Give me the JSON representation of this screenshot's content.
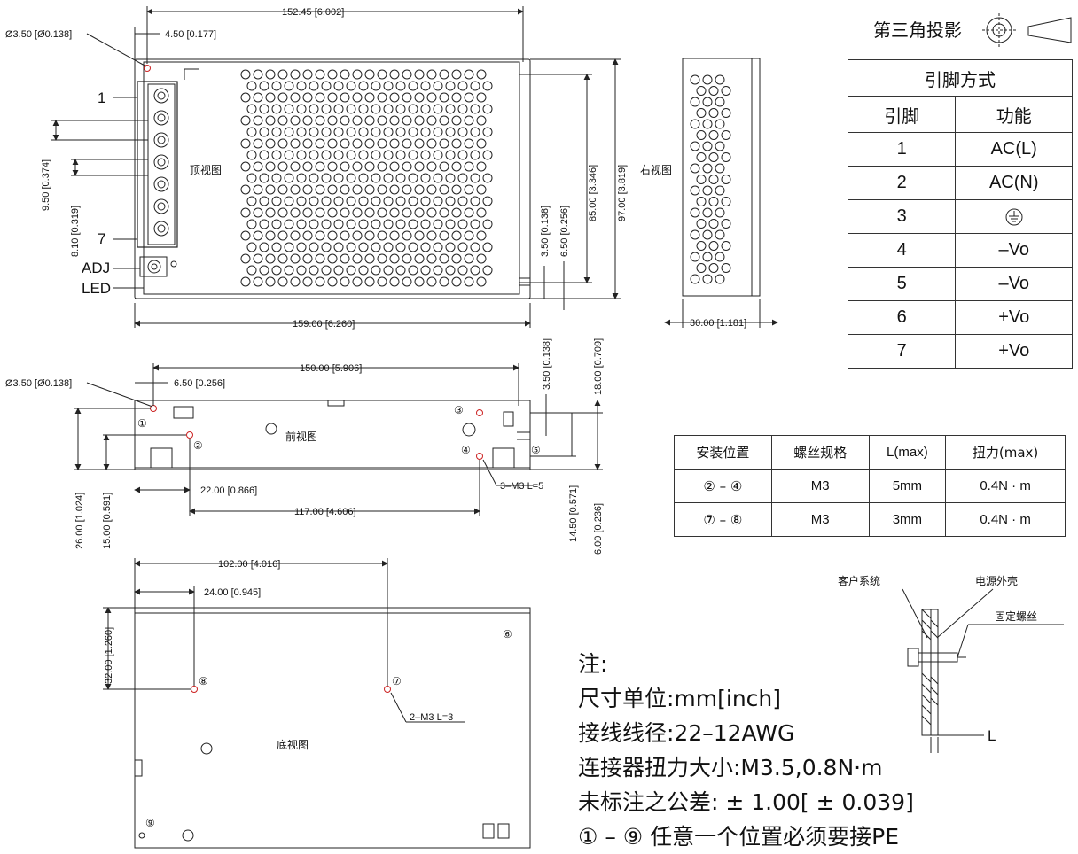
{
  "projection": {
    "label": "第三角投影"
  },
  "top_view": {
    "label": "顶视图",
    "dims": {
      "hole": "Ø3.50 [Ø0.138]",
      "offset_x": "4.50 [0.177]",
      "length_top": "152.45 [6.002]",
      "pitch": "9.50 [0.374]",
      "pin_w": "8.10 [0.319]",
      "length_bottom": "159.00 [6.260]",
      "height_total": "97.00 [3.819]",
      "height_inner": "85.00 [3.346]",
      "slot_a": "3.50 [0.138]",
      "slot_b": "6.50 [0.256]"
    },
    "labels": {
      "pin1": "1",
      "pin7": "7",
      "adj": "ADJ",
      "led": "LED"
    }
  },
  "right_view": {
    "label": "右视图",
    "dim_width": "30.00 [1.181]"
  },
  "front_view": {
    "label": "前视图",
    "dims": {
      "hole": "Ø3.50 [Ø0.138]",
      "offset": "6.50 [0.256]",
      "length": "150.00 [5.906]",
      "slot": "3.50 [0.138]",
      "height": "18.00 [0.709]",
      "h26": "26.00 [1.024]",
      "h15": "15.00 [0.591]",
      "x22": "22.00 [0.866]",
      "x117": "117.00 [4.606]",
      "h1450": "14.50 [0.571]",
      "h600": "6.00 [0.236]"
    },
    "screw_note": "3–M3 L=5",
    "marks": [
      "①",
      "②",
      "③",
      "④",
      "⑤"
    ]
  },
  "bottom_view": {
    "label": "底视图",
    "dims": {
      "x102": "102.00 [4.016]",
      "x24": "24.00 [0.945]",
      "y32": "32.00 [1.260]"
    },
    "screw_note": "2–M3 L=3",
    "marks": [
      "⑥",
      "⑦",
      "⑧",
      "⑨"
    ]
  },
  "pin_table": {
    "title": "引脚方式",
    "headers": [
      "引脚",
      "功能"
    ],
    "rows": [
      {
        "pin": "1",
        "func": "AC(L)"
      },
      {
        "pin": "2",
        "func": "AC(N)"
      },
      {
        "pin": "3",
        "func": "ground-symbol"
      },
      {
        "pin": "4",
        "func": "–Vo"
      },
      {
        "pin": "5",
        "func": "–Vo"
      },
      {
        "pin": "6",
        "func": "+Vo"
      },
      {
        "pin": "7",
        "func": "+Vo"
      }
    ]
  },
  "mount_table": {
    "headers": [
      "安装位置",
      "螺丝规格",
      "L(max)",
      "扭力(max)"
    ],
    "rows": [
      {
        "pos": "② – ④",
        "spec": "M3",
        "len": "5mm",
        "torque": "0.4N · m"
      },
      {
        "pos": "⑦ – ⑧",
        "spec": "M3",
        "len": "3mm",
        "torque": "0.4N · m"
      }
    ]
  },
  "mount_diagram": {
    "customer": "客户系统",
    "housing": "电源外壳",
    "screw": "固定螺丝",
    "l": "L"
  },
  "notes": {
    "title": "注:",
    "lines": [
      "尺寸单位:mm[inch]",
      "接线线径:22–12AWG",
      "连接器扭力大小:M3.5,0.8N·m",
      "未标注之公差: ± 1.00[ ± 0.039]",
      "① – ⑨ 任意一个位置必须要接PE"
    ]
  },
  "colors": {
    "line": "#222222",
    "hole": "#cc2222"
  }
}
